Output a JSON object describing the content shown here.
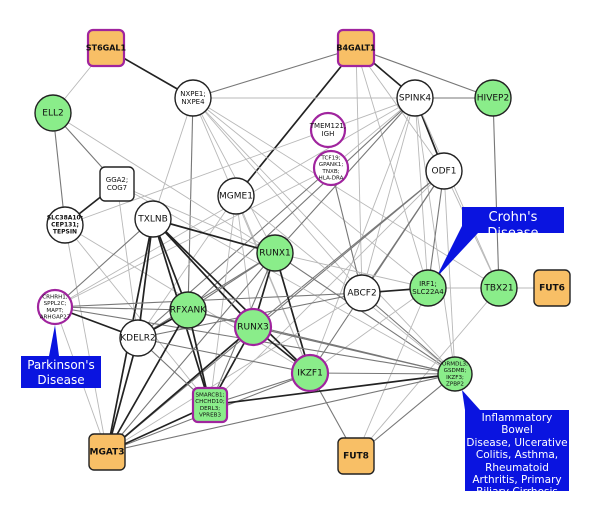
{
  "title": "Gene interaction network",
  "colors": {
    "glycosyltransferase": "#f8bf66",
    "disease_gene": "#8aed8a",
    "other": "#ffffff",
    "highlight_ring": "#a0249e",
    "node_stroke": "#222222",
    "callout_bg": "#0a14e0",
    "edge_strong": "#222222",
    "edge_medium": "#777777",
    "edge_weak": "#b8b8b8"
  },
  "nodes": [
    {
      "id": "ST6GAL1",
      "label": [
        "ST6GAL1"
      ],
      "shape": "square",
      "fill": "glycosyltransferase",
      "ring": true
    },
    {
      "id": "B4GALT1",
      "label": [
        "B4GALT1"
      ],
      "shape": "square",
      "fill": "glycosyltransferase",
      "ring": true
    },
    {
      "id": "NXPE",
      "label": [
        "NXPE1;",
        "NXPE4"
      ],
      "shape": "circle",
      "fill": "other",
      "ring": false
    },
    {
      "id": "SPINK4",
      "label": [
        "SPINK4"
      ],
      "shape": "circle",
      "fill": "other",
      "ring": false
    },
    {
      "id": "HIVEP2",
      "label": [
        "HIVEP2"
      ],
      "shape": "circle",
      "fill": "disease_gene",
      "ring": false
    },
    {
      "id": "ELL2",
      "label": [
        "ELL2"
      ],
      "shape": "circle",
      "fill": "disease_gene",
      "ring": false
    },
    {
      "id": "TMEM121",
      "label": [
        "TMEM121;",
        "IGH"
      ],
      "shape": "circle",
      "fill": "other",
      "ring": true
    },
    {
      "id": "TCF19",
      "label": [
        "TCF19;",
        "GPANK1;",
        "TNXB;",
        "HLA-DRA"
      ],
      "shape": "circle",
      "fill": "other",
      "ring": true
    },
    {
      "id": "ODF1",
      "label": [
        "ODF1"
      ],
      "shape": "circle",
      "fill": "other",
      "ring": false
    },
    {
      "id": "GGA2",
      "label": [
        "GGA2;",
        "COG7"
      ],
      "shape": "square",
      "fill": "other",
      "ring": false
    },
    {
      "id": "MGME1",
      "label": [
        "MGME1"
      ],
      "shape": "circle",
      "fill": "other",
      "ring": false
    },
    {
      "id": "SLC38A10",
      "label": [
        "SLC38A10;",
        "CEP131;",
        "TEPSIN"
      ],
      "shape": "circle",
      "fill": "other",
      "ring": false
    },
    {
      "id": "TXLNB",
      "label": [
        "TXLNB"
      ],
      "shape": "circle",
      "fill": "other",
      "ring": false
    },
    {
      "id": "RUNX1",
      "label": [
        "RUNX1"
      ],
      "shape": "circle",
      "fill": "disease_gene",
      "ring": false
    },
    {
      "id": "ABCF2",
      "label": [
        "ABCF2"
      ],
      "shape": "circle",
      "fill": "other",
      "ring": false
    },
    {
      "id": "IRF1",
      "label": [
        "IRF1;",
        "SLC22A4"
      ],
      "shape": "circle",
      "fill": "disease_gene",
      "ring": false
    },
    {
      "id": "TBX21",
      "label": [
        "TBX21"
      ],
      "shape": "circle",
      "fill": "disease_gene",
      "ring": false
    },
    {
      "id": "FUT6",
      "label": [
        "FUT6"
      ],
      "shape": "square",
      "fill": "glycosyltransferase",
      "ring": false
    },
    {
      "id": "CRHR1",
      "label": [
        "CRHRH1;",
        "SPPL2C;",
        "MAPT;",
        "ARHGAP27"
      ],
      "shape": "circle",
      "fill": "other",
      "ring": true
    },
    {
      "id": "RFXANK",
      "label": [
        "RFXANK"
      ],
      "shape": "circle",
      "fill": "disease_gene",
      "ring": false
    },
    {
      "id": "RUNX3",
      "label": [
        "RUNX3"
      ],
      "shape": "circle",
      "fill": "disease_gene",
      "ring": true
    },
    {
      "id": "KDELR2",
      "label": [
        "KDELR2"
      ],
      "shape": "circle",
      "fill": "other",
      "ring": false
    },
    {
      "id": "IKZF1",
      "label": [
        "IKZF1"
      ],
      "shape": "circle",
      "fill": "disease_gene",
      "ring": true
    },
    {
      "id": "ORMDL3",
      "label": [
        "ORMDL3;",
        "GSDMB;",
        "IKZF3;",
        "ZPBP2"
      ],
      "shape": "circle",
      "fill": "disease_gene",
      "ring": false
    },
    {
      "id": "SMARCB1",
      "label": [
        "SMARCB1;",
        "CHCHD10;",
        "DERL3;",
        "VPREB3"
      ],
      "shape": "square",
      "fill": "disease_gene",
      "ring": true
    },
    {
      "id": "MGAT3",
      "label": [
        "MGAT3"
      ],
      "shape": "square",
      "fill": "glycosyltransferase",
      "ring": false
    },
    {
      "id": "FUT8",
      "label": [
        "FUT8"
      ],
      "shape": "square",
      "fill": "glycosyltransferase",
      "ring": false
    }
  ],
  "edges": [
    [
      "ST6GAL1",
      "ELL2",
      "weak"
    ],
    [
      "ST6GAL1",
      "NXPE",
      "strong"
    ],
    [
      "B4GALT1",
      "SPINK4",
      "strong"
    ],
    [
      "B4GALT1",
      "HIVEP2",
      "medium"
    ],
    [
      "B4GALT1",
      "NXPE",
      "medium"
    ],
    [
      "B4GALT1",
      "MGME1",
      "strong"
    ],
    [
      "B4GALT1",
      "ODF1",
      "weak"
    ],
    [
      "B4GALT1",
      "IRF1",
      "weak"
    ],
    [
      "B4GALT1",
      "ABCF2",
      "weak"
    ],
    [
      "NXPE",
      "SPINK4",
      "weak"
    ],
    [
      "NXPE",
      "TXLNB",
      "weak"
    ],
    [
      "NXPE",
      "RFXANK",
      "medium"
    ],
    [
      "NXPE",
      "RUNX1",
      "weak"
    ],
    [
      "NXPE",
      "ABCF2",
      "weak"
    ],
    [
      "NXPE",
      "IRF1",
      "weak"
    ],
    [
      "NXPE",
      "IKZF1",
      "weak"
    ],
    [
      "NXPE",
      "ORMDL3",
      "weak"
    ],
    [
      "NXPE",
      "TBX21",
      "weak"
    ],
    [
      "SPINK4",
      "HIVEP2",
      "medium"
    ],
    [
      "SPINK4",
      "ODF1",
      "strong"
    ],
    [
      "SPINK4",
      "RUNX1",
      "medium"
    ],
    [
      "SPINK4",
      "RFXANK",
      "medium"
    ],
    [
      "SPINK4",
      "TCF19",
      "weak"
    ],
    [
      "SPINK4",
      "ABCF2",
      "weak"
    ],
    [
      "SPINK4",
      "IRF1",
      "weak"
    ],
    [
      "SPINK4",
      "IKZF1",
      "weak"
    ],
    [
      "SPINK4",
      "ORMDL3",
      "weak"
    ],
    [
      "SPINK4",
      "CRHR1",
      "weak"
    ],
    [
      "SPINK4",
      "TBX21",
      "weak"
    ],
    [
      "SPINK4",
      "SLC38A10",
      "weak"
    ],
    [
      "HIVEP2",
      "TBX21",
      "medium"
    ],
    [
      "ELL2",
      "SLC38A10",
      "medium"
    ],
    [
      "ELL2",
      "GGA2",
      "medium"
    ],
    [
      "ELL2",
      "RUNX1",
      "weak"
    ],
    [
      "TCF19",
      "ABCF2",
      "medium"
    ],
    [
      "TCF19",
      "CRHR1",
      "weak"
    ],
    [
      "TCF19",
      "KDELR2",
      "medium"
    ],
    [
      "ODF1",
      "ABCF2",
      "medium"
    ],
    [
      "ODF1",
      "IRF1",
      "medium"
    ],
    [
      "ODF1",
      "RUNX3",
      "medium"
    ],
    [
      "ODF1",
      "IKZF1",
      "medium"
    ],
    [
      "ODF1",
      "ORMDL3",
      "weak"
    ],
    [
      "ODF1",
      "TBX21",
      "weak"
    ],
    [
      "ODF1",
      "MGAT3",
      "medium"
    ],
    [
      "ODF1",
      "SMARCB1",
      "weak"
    ],
    [
      "GGA2",
      "SLC38A10",
      "strong"
    ],
    [
      "GGA2",
      "RUNX1",
      "weak"
    ],
    [
      "GGA2",
      "ORMDL3",
      "weak"
    ],
    [
      "GGA2",
      "KDELR2",
      "weak"
    ],
    [
      "MGME1",
      "RUNX3",
      "weak"
    ],
    [
      "MGME1",
      "IKZF1",
      "weak"
    ],
    [
      "MGME1",
      "KDELR2",
      "weak"
    ],
    [
      "MGME1",
      "ORMDL3",
      "weak"
    ],
    [
      "MGME1",
      "SMARCB1",
      "weak"
    ],
    [
      "SLC38A10",
      "IKZF1",
      "weak"
    ],
    [
      "SLC38A10",
      "SMARCB1",
      "weak"
    ],
    [
      "SLC38A10",
      "MGAT3",
      "weak"
    ],
    [
      "TXLNB",
      "RUNX1",
      "strong"
    ],
    [
      "TXLNB",
      "RFXANK",
      "strong"
    ],
    [
      "TXLNB",
      "RUNX3",
      "strong"
    ],
    [
      "TXLNB",
      "IKZF1",
      "strong"
    ],
    [
      "TXLNB",
      "KDELR2",
      "strong"
    ],
    [
      "TXLNB",
      "SMARCB1",
      "strong"
    ],
    [
      "TXLNB",
      "MGAT3",
      "strong"
    ],
    [
      "TXLNB",
      "CRHR1",
      "medium"
    ],
    [
      "RUNX1",
      "RFXANK",
      "medium"
    ],
    [
      "RUNX1",
      "RUNX3",
      "strong"
    ],
    [
      "RUNX1",
      "IKZF1",
      "strong"
    ],
    [
      "RUNX1",
      "KDELR2",
      "medium"
    ],
    [
      "RUNX1",
      "SMARCB1",
      "medium"
    ],
    [
      "RUNX1",
      "MGAT3",
      "medium"
    ],
    [
      "RUNX1",
      "ORMDL3",
      "medium"
    ],
    [
      "RUNX1",
      "IRF1",
      "weak"
    ],
    [
      "ABCF2",
      "IRF1",
      "strong"
    ],
    [
      "ABCF2",
      "CRHR1",
      "medium"
    ],
    [
      "ABCF2",
      "KDELR2",
      "medium"
    ],
    [
      "ABCF2",
      "ORMDL3",
      "medium"
    ],
    [
      "ABCF2",
      "MGAT3",
      "weak"
    ],
    [
      "IRF1",
      "TBX21",
      "weak"
    ],
    [
      "IRF1",
      "FUT8",
      "weak"
    ],
    [
      "IRF1",
      "IKZF1",
      "weak"
    ],
    [
      "TBX21",
      "FUT6",
      "weak"
    ],
    [
      "TBX21",
      "FUT8",
      "weak"
    ],
    [
      "CRHR1",
      "RFXANK",
      "medium"
    ],
    [
      "CRHR1",
      "KDELR2",
      "strong"
    ],
    [
      "CRHR1",
      "MGAT3",
      "weak"
    ],
    [
      "CRHR1",
      "ORMDL3",
      "medium"
    ],
    [
      "RFXANK",
      "RUNX3",
      "medium"
    ],
    [
      "RFXANK",
      "KDELR2",
      "strong"
    ],
    [
      "RFXANK",
      "MGAT3",
      "strong"
    ],
    [
      "RFXANK",
      "SMARCB1",
      "strong"
    ],
    [
      "RFXANK",
      "ORMDL3",
      "medium"
    ],
    [
      "RUNX3",
      "IKZF1",
      "strong"
    ],
    [
      "RUNX3",
      "SMARCB1",
      "strong"
    ],
    [
      "RUNX3",
      "MGAT3",
      "strong"
    ],
    [
      "RUNX3",
      "ORMDL3",
      "medium"
    ],
    [
      "KDELR2",
      "MGAT3",
      "strong"
    ],
    [
      "KDELR2",
      "SMARCB1",
      "medium"
    ],
    [
      "KDELR2",
      "IKZF1",
      "medium"
    ],
    [
      "IKZF1",
      "ORMDL3",
      "medium"
    ],
    [
      "IKZF1",
      "SMARCB1",
      "medium"
    ],
    [
      "IKZF1",
      "MGAT3",
      "medium"
    ],
    [
      "IKZF1",
      "FUT8",
      "medium"
    ],
    [
      "ORMDL3",
      "FUT8",
      "medium"
    ],
    [
      "ORMDL3",
      "SMARCB1",
      "strong"
    ],
    [
      "ORMDL3",
      "MGAT3",
      "medium"
    ],
    [
      "SMARCB1",
      "MGAT3",
      "strong"
    ]
  ],
  "callouts": [
    {
      "id": "crohns",
      "lines": [
        "Crohn's Disease"
      ],
      "target": "IRF1"
    },
    {
      "id": "parkinsons",
      "lines": [
        "Parkinson's",
        "Disease"
      ],
      "target": "CRHR1"
    },
    {
      "id": "ibd",
      "lines": [
        "Inflammatory Bowel",
        "Disease, Ulcerative",
        "Colitis, Asthma,",
        "Rheumatoid",
        "Arthritis, Primary",
        "Biliary Cirrhosis"
      ],
      "target": "ORMDL3"
    }
  ]
}
